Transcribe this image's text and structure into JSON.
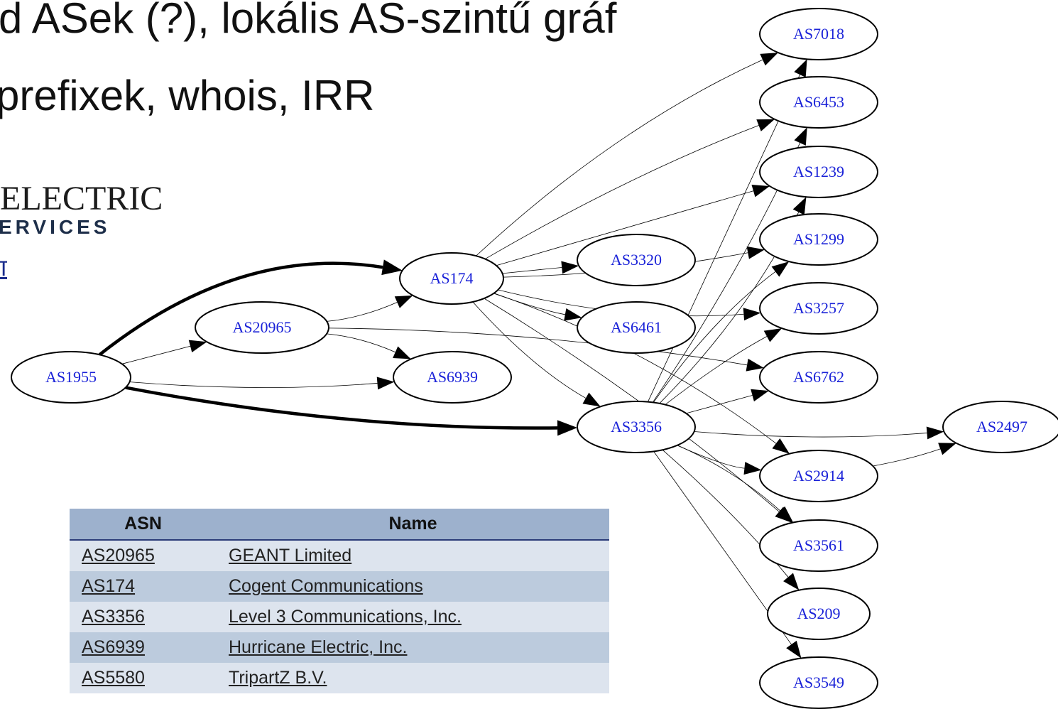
{
  "slide": {
    "bullet1": "d ASek (?), lokális AS-szintű gráf",
    "bullet2": "prefixek, whois, IRR"
  },
  "logo": {
    "line1": "ELECTRIC",
    "line2": "ERVICES",
    "link": "T"
  },
  "graph": {
    "nodes": [
      {
        "id": "AS1955",
        "label": "AS1955"
      },
      {
        "id": "AS20965",
        "label": "AS20965"
      },
      {
        "id": "AS174",
        "label": "AS174"
      },
      {
        "id": "AS6939",
        "label": "AS6939"
      },
      {
        "id": "AS3320",
        "label": "AS3320"
      },
      {
        "id": "AS6461",
        "label": "AS6461"
      },
      {
        "id": "AS3356",
        "label": "AS3356"
      },
      {
        "id": "AS7018",
        "label": "AS7018"
      },
      {
        "id": "AS6453",
        "label": "AS6453"
      },
      {
        "id": "AS1239",
        "label": "AS1239"
      },
      {
        "id": "AS1299",
        "label": "AS1299"
      },
      {
        "id": "AS3257",
        "label": "AS3257"
      },
      {
        "id": "AS6762",
        "label": "AS6762"
      },
      {
        "id": "AS2914",
        "label": "AS2914"
      },
      {
        "id": "AS3561",
        "label": "AS3561"
      },
      {
        "id": "AS209",
        "label": "AS209"
      },
      {
        "id": "AS3549",
        "label": "AS3549"
      },
      {
        "id": "AS2497",
        "label": "AS2497"
      }
    ],
    "edges": [
      {
        "from": "AS1955",
        "to": "AS174",
        "emphasis": "bold"
      },
      {
        "from": "AS1955",
        "to": "AS3356",
        "emphasis": "bold"
      },
      {
        "from": "AS1955",
        "to": "AS20965"
      },
      {
        "from": "AS1955",
        "to": "AS6939"
      },
      {
        "from": "AS20965",
        "to": "AS174"
      },
      {
        "from": "AS20965",
        "to": "AS6939"
      },
      {
        "from": "AS20965",
        "to": "AS6762"
      },
      {
        "from": "AS174",
        "to": "AS3320"
      },
      {
        "from": "AS174",
        "to": "AS6461"
      },
      {
        "from": "AS174",
        "to": "AS3356"
      },
      {
        "from": "AS174",
        "to": "AS7018"
      },
      {
        "from": "AS174",
        "to": "AS6453"
      },
      {
        "from": "AS174",
        "to": "AS1239"
      },
      {
        "from": "AS174",
        "to": "AS1299"
      },
      {
        "from": "AS174",
        "to": "AS3257"
      },
      {
        "from": "AS174",
        "to": "AS2914"
      },
      {
        "from": "AS174",
        "to": "AS3561"
      },
      {
        "from": "AS3356",
        "to": "AS7018"
      },
      {
        "from": "AS3356",
        "to": "AS6453"
      },
      {
        "from": "AS3356",
        "to": "AS1239"
      },
      {
        "from": "AS3356",
        "to": "AS1299"
      },
      {
        "from": "AS3356",
        "to": "AS3257"
      },
      {
        "from": "AS3356",
        "to": "AS6762"
      },
      {
        "from": "AS3356",
        "to": "AS2497"
      },
      {
        "from": "AS3356",
        "to": "AS2914"
      },
      {
        "from": "AS3356",
        "to": "AS3561"
      },
      {
        "from": "AS3356",
        "to": "AS209"
      },
      {
        "from": "AS3356",
        "to": "AS3549"
      },
      {
        "from": "AS2914",
        "to": "AS2497"
      }
    ]
  },
  "table": {
    "headers": [
      "ASN",
      "Name"
    ],
    "rows": [
      {
        "asn": "AS20965",
        "name": "GEANT Limited"
      },
      {
        "asn": "AS174",
        "name": "Cogent Communications"
      },
      {
        "asn": "AS3356",
        "name": "Level 3 Communications, Inc."
      },
      {
        "asn": "AS6939",
        "name": "Hurricane Electric, Inc."
      },
      {
        "asn": "AS5580",
        "name": "TripartZ B.V."
      }
    ]
  },
  "colors": {
    "node_label": "#1a22d8",
    "table_header": "#9db1cd",
    "row_light": "#dde4ee",
    "row_dark": "#bccbdd"
  }
}
